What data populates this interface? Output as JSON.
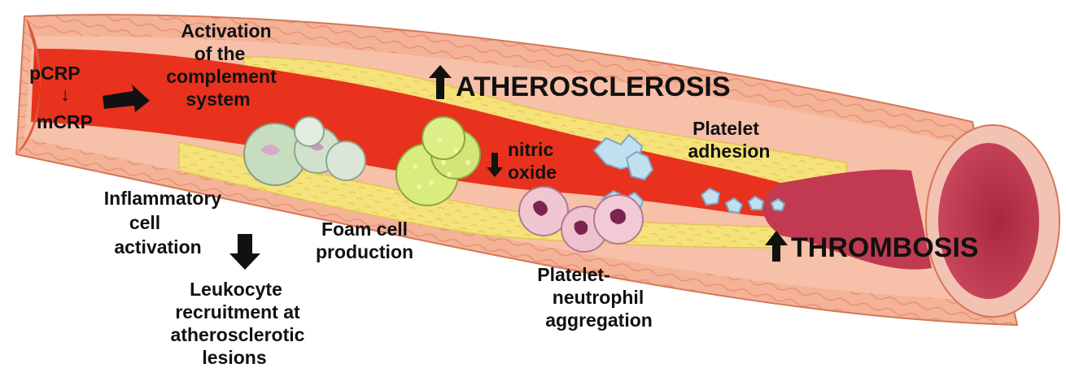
{
  "labels": {
    "pcrp": "pCRP",
    "small_arrow": "↓",
    "mcrp": "mCRP",
    "complement": [
      "Activation",
      "of the",
      "complement",
      "system"
    ],
    "atherosclerosis": "ATHEROSCLEROSIS",
    "nitric": [
      "nitric",
      "oxide"
    ],
    "platelet_adhesion": [
      "Platelet",
      "adhesion"
    ],
    "inflammatory": [
      "Inflammatory",
      "cell",
      "activation"
    ],
    "foam_cell": [
      "Foam cell",
      "production"
    ],
    "leukocyte": [
      "Leukocyte",
      "recruitment at",
      "atherosclerotic",
      "lesions"
    ],
    "platelet_neutrophil": [
      "Platelet-",
      "neutrophil",
      "aggregation"
    ],
    "thrombosis": "THROMBOSIS"
  },
  "colors": {
    "blood": "#e8321e",
    "vessel_wall": "#f2a98a",
    "plaque": "#f6e27a",
    "thrombus": "#b8334a",
    "foam_cell": "#d4e86a",
    "macrophage": "#b9d3b0",
    "platelet": "#b7d9ea",
    "neutrophil": "#e9b8c8"
  },
  "icons": [
    "up-arrow-icon",
    "down-arrow-icon",
    "right-arrow-icon"
  ]
}
